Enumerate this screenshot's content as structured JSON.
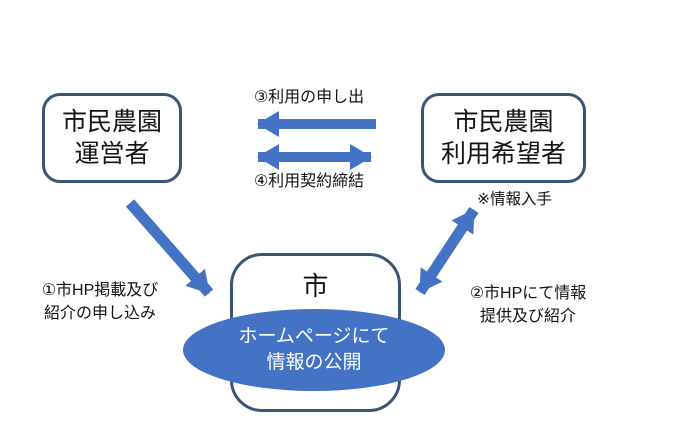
{
  "colors": {
    "arrow_blue": "#4472C4",
    "box_border": "#3C5473",
    "ellipse_fill": "#4472C4",
    "ellipse_text": "#FFFFFF",
    "label_text": "#111111",
    "background": "#FFFFFF"
  },
  "nodes": {
    "operator": {
      "line1": "市民農園",
      "line2": "運営者"
    },
    "applicant": {
      "line1": "市民農園",
      "line2": "利用希望者"
    },
    "city": {
      "title": "市",
      "ellipse_line1": "ホームページにて",
      "ellipse_line2": "情報の公開"
    }
  },
  "labels": {
    "step1_line1": "①市HP掲載及び",
    "step1_line2": "紹介の申し込み",
    "step2_line1": "②市HPにて情報",
    "step2_line2": "提供及び紹介",
    "step3": "③利用の申し出",
    "step4": "④利用契約締結",
    "note": "※情報入手"
  },
  "arrows": {
    "offer": {
      "from": "applicant",
      "to": "operator",
      "double_headed": false
    },
    "contract": {
      "from": "operator",
      "to": "applicant",
      "double_headed": true
    },
    "apply": {
      "from": "operator",
      "to": "city",
      "double_headed": false
    },
    "info": {
      "from": "city",
      "to": "applicant",
      "double_headed": true
    }
  }
}
